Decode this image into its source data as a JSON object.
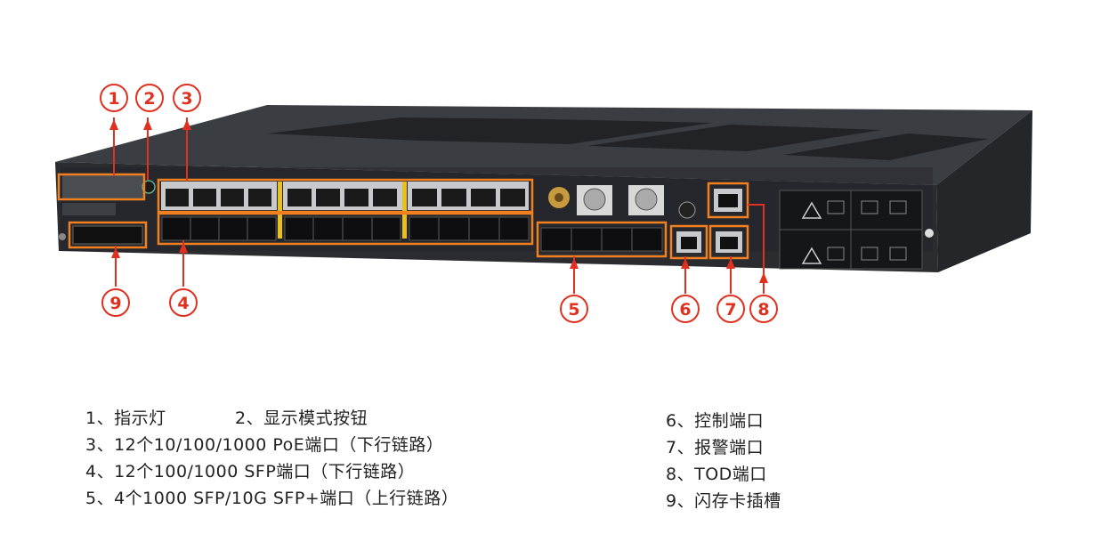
{
  "callouts": [
    {
      "num": "1",
      "label": "指示灯"
    },
    {
      "num": "2",
      "label": "显示模式按钮"
    },
    {
      "num": "3",
      "label": "12个10/100/1000 PoE端口（下行链路）"
    },
    {
      "num": "4",
      "label": "12个100/1000 SFP端口（下行链路）"
    },
    {
      "num": "5",
      "label": "4个1000 SFP/10G SFP+端口（上行链路）"
    },
    {
      "num": "6",
      "label": "控制端口"
    },
    {
      "num": "7",
      "label": "报警端口"
    },
    {
      "num": "8",
      "label": "TOD端口"
    },
    {
      "num": "9",
      "label": "闪存卡插槽"
    }
  ],
  "legend": {
    "l1": "1、指示灯",
    "l2": "2、显示模式按钮",
    "l3": "3、12个10/100/1000 PoE端口（下行链路）",
    "l4": "4、12个100/1000 SFP端口（下行链路）",
    "l5": "5、4个1000 SFP/10G SFP+端口（上行链路）",
    "l6": "6、控制端口",
    "l7": "7、报警端口",
    "l8": "8、TOD端口",
    "l9": "9、闪存卡插槽"
  },
  "colors": {
    "callout": "#e03020",
    "chassis": "#2a2c30",
    "highlight": "#f08020"
  }
}
